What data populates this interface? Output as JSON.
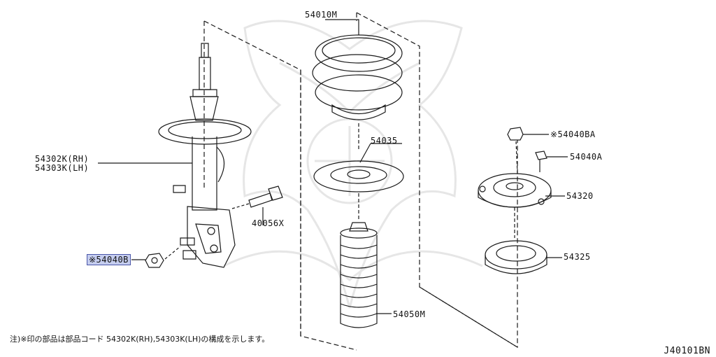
{
  "labels": {
    "coil_spring": "54010M",
    "spring_seat": "54035",
    "nut_upper": "※54040BA",
    "bolt_mount": "54040A",
    "strut_mount": "54320",
    "strut_rh": "54302K(RH)",
    "strut_lh": "54303K(LH)",
    "knuckle_bolt": "40056X",
    "lower_nut": "※54040B",
    "bearing": "54325",
    "bound_bumper": "54050M"
  },
  "note": "注)※印の部品は部品コード 54302K(RH),54303K(LH)の構成を示します。",
  "diagram_code": "J40101BN",
  "colors": {
    "line": "#1a1a1a",
    "highlight_fill": "#c5cdef",
    "highlight_border": "#4a56a8",
    "watermark": "#e6e6e6"
  }
}
